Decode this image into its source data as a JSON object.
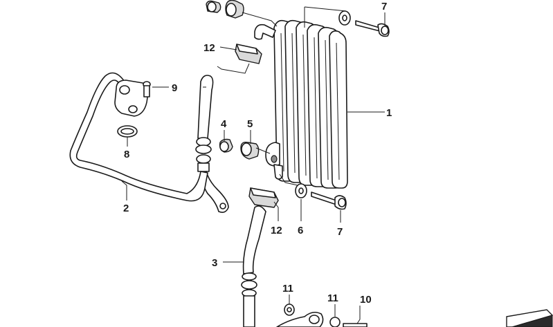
{
  "callouts": {
    "c1": "1",
    "c2": "2",
    "c3": "3",
    "c4": "4",
    "c5": "5",
    "c6": "6",
    "c7_top": "7",
    "c7_bottom": "7",
    "c8": "8",
    "c9": "9",
    "c10": "10",
    "c11_left": "11",
    "c11_right": "11",
    "c12_top": "12",
    "c12_bottom": "12"
  },
  "icons": {
    "corner": "wedge-logo-icon"
  }
}
